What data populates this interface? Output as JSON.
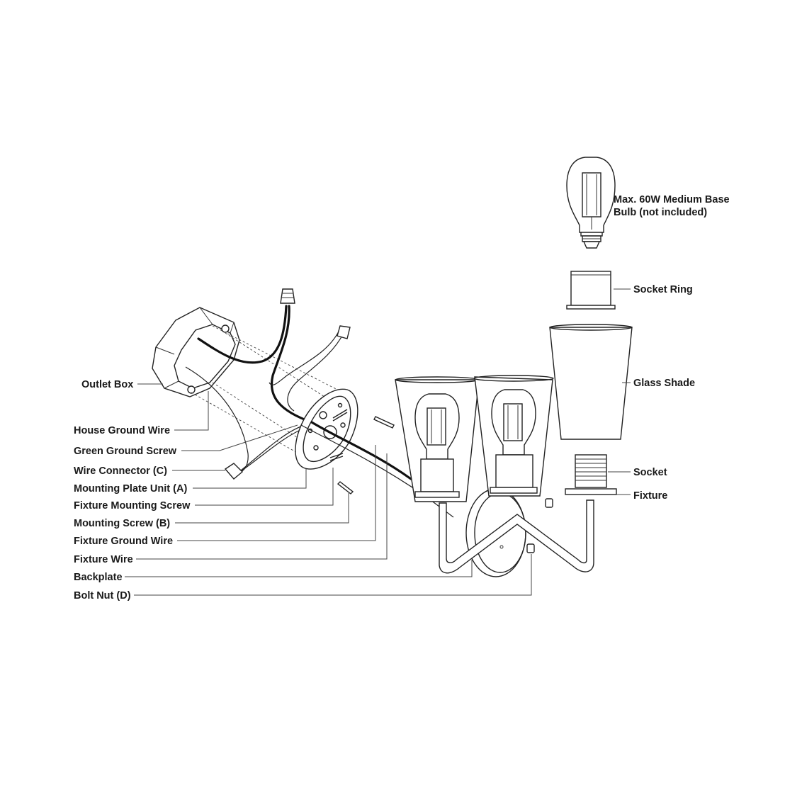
{
  "labels": {
    "bulb_line1": "Max. 60W Medium Base",
    "bulb_line2": "Bulb (not included)",
    "socket_ring": "Socket Ring",
    "glass_shade": "Glass Shade",
    "socket": "Socket",
    "fixture": "Fixture",
    "outlet_box": "Outlet Box",
    "house_ground_wire": "House Ground Wire",
    "green_ground_screw": "Green Ground Screw",
    "wire_connector": "Wire Connector (C)",
    "mounting_plate": "Mounting Plate Unit (A)",
    "fixture_mounting_screw": "Fixture Mounting Screw",
    "mounting_screw": "Mounting Screw (B)",
    "fixture_ground_wire": "Fixture Ground Wire",
    "fixture_wire": "Fixture Wire",
    "backplate": "Backplate",
    "bolt_nut": "Bolt Nut (D)"
  },
  "colors": {
    "line": "#222222",
    "label": "#1a1a1a",
    "background": "#ffffff"
  }
}
